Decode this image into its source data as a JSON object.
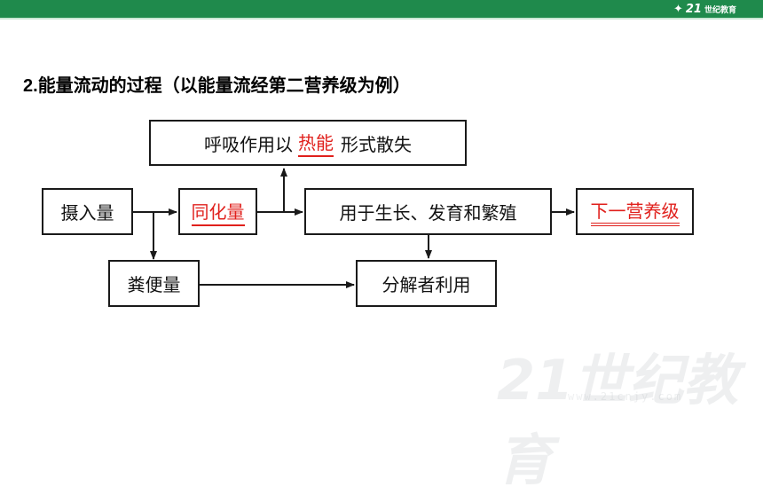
{
  "header": {
    "logo_mark": "21",
    "logo_text": "世纪教育"
  },
  "heading": {
    "number": "2.",
    "text": "能量流动的过程（以能量流经第二营养级为例）"
  },
  "diagram": {
    "respiration": {
      "prefix": "呼吸作用以",
      "answer": "热能",
      "suffix": "形式散失"
    },
    "intake": "摄入量",
    "assimilation": "同化量",
    "growth": "用于生长、发育和繁殖",
    "next_level": "下一营养级",
    "feces": "粪便量",
    "decomposer": "分解者利用"
  },
  "watermark": {
    "mark": "21世纪教育",
    "sub": "www.21cnjy.com"
  },
  "colors": {
    "topbar": "#1f8a4c",
    "answer_red": "#e0201c"
  }
}
